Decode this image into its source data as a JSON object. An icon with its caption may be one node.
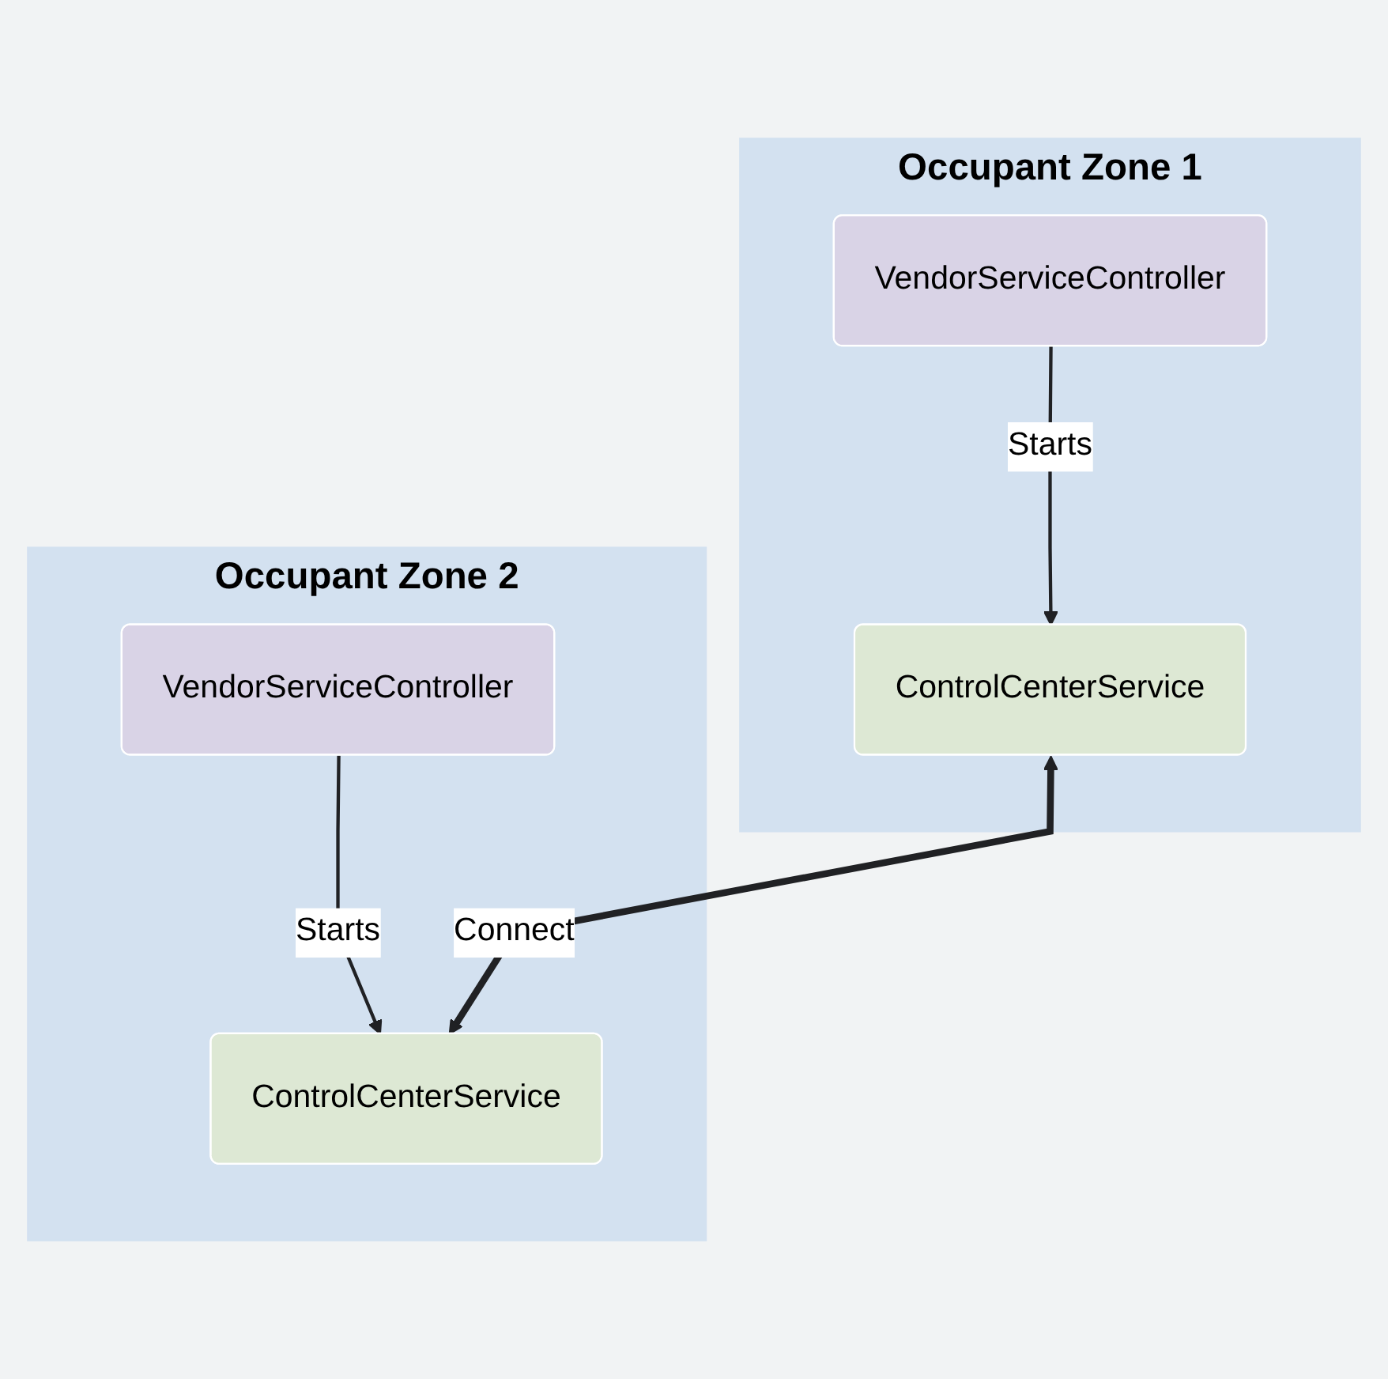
{
  "diagram": {
    "nodes": [
      {
        "text": [
          "Occupant Zone 1"
        ]
      },
      {
        "text": [
          "VendorServiceController"
        ],
        "in": 0
      },
      {
        "text": [
          "ControlCenterService"
        ],
        "in": 0
      },
      {
        "text": [
          "Occupant Zone 2"
        ]
      },
      {
        "text": [
          "VendorServiceController"
        ],
        "in": 3
      },
      {
        "text": [
          "ControlCenterService"
        ],
        "in": 3
      }
    ],
    "edges": [
      {
        "from": 1,
        "to": 2,
        "arrow": "to",
        "label": "Starts"
      },
      {
        "from": 4,
        "to": 5,
        "arrow": "to",
        "label": "Starts"
      },
      {
        "from": 2,
        "to": 5,
        "arrow": "both",
        "label": "Connect",
        "style": "thick"
      }
    ]
  }
}
